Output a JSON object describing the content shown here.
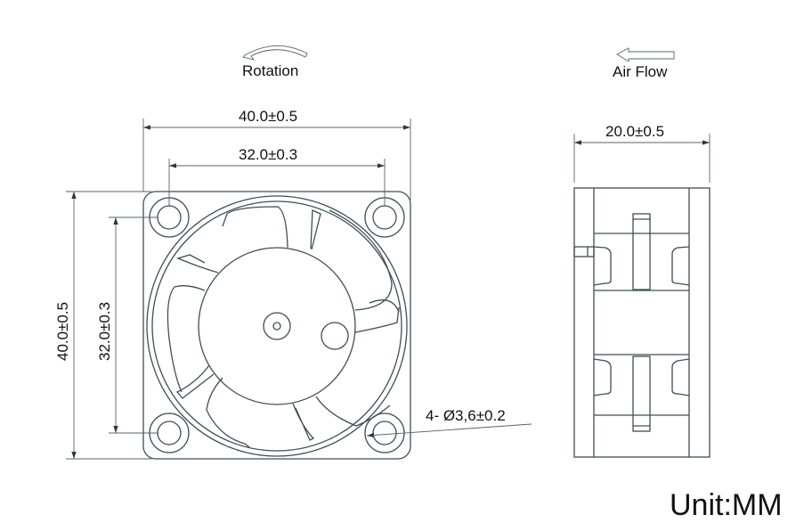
{
  "labels": {
    "rotation": "Rotation",
    "air_flow": "Air Flow",
    "width_outer": "40.0±0.5",
    "width_holes": "32.0±0.3",
    "height_outer": "40.0±0.5",
    "height_holes": "32.0±0.3",
    "depth": "20.0±0.5",
    "hole_spec": "4- Ø3,6±0.2",
    "unit": "Unit:MM"
  }
}
